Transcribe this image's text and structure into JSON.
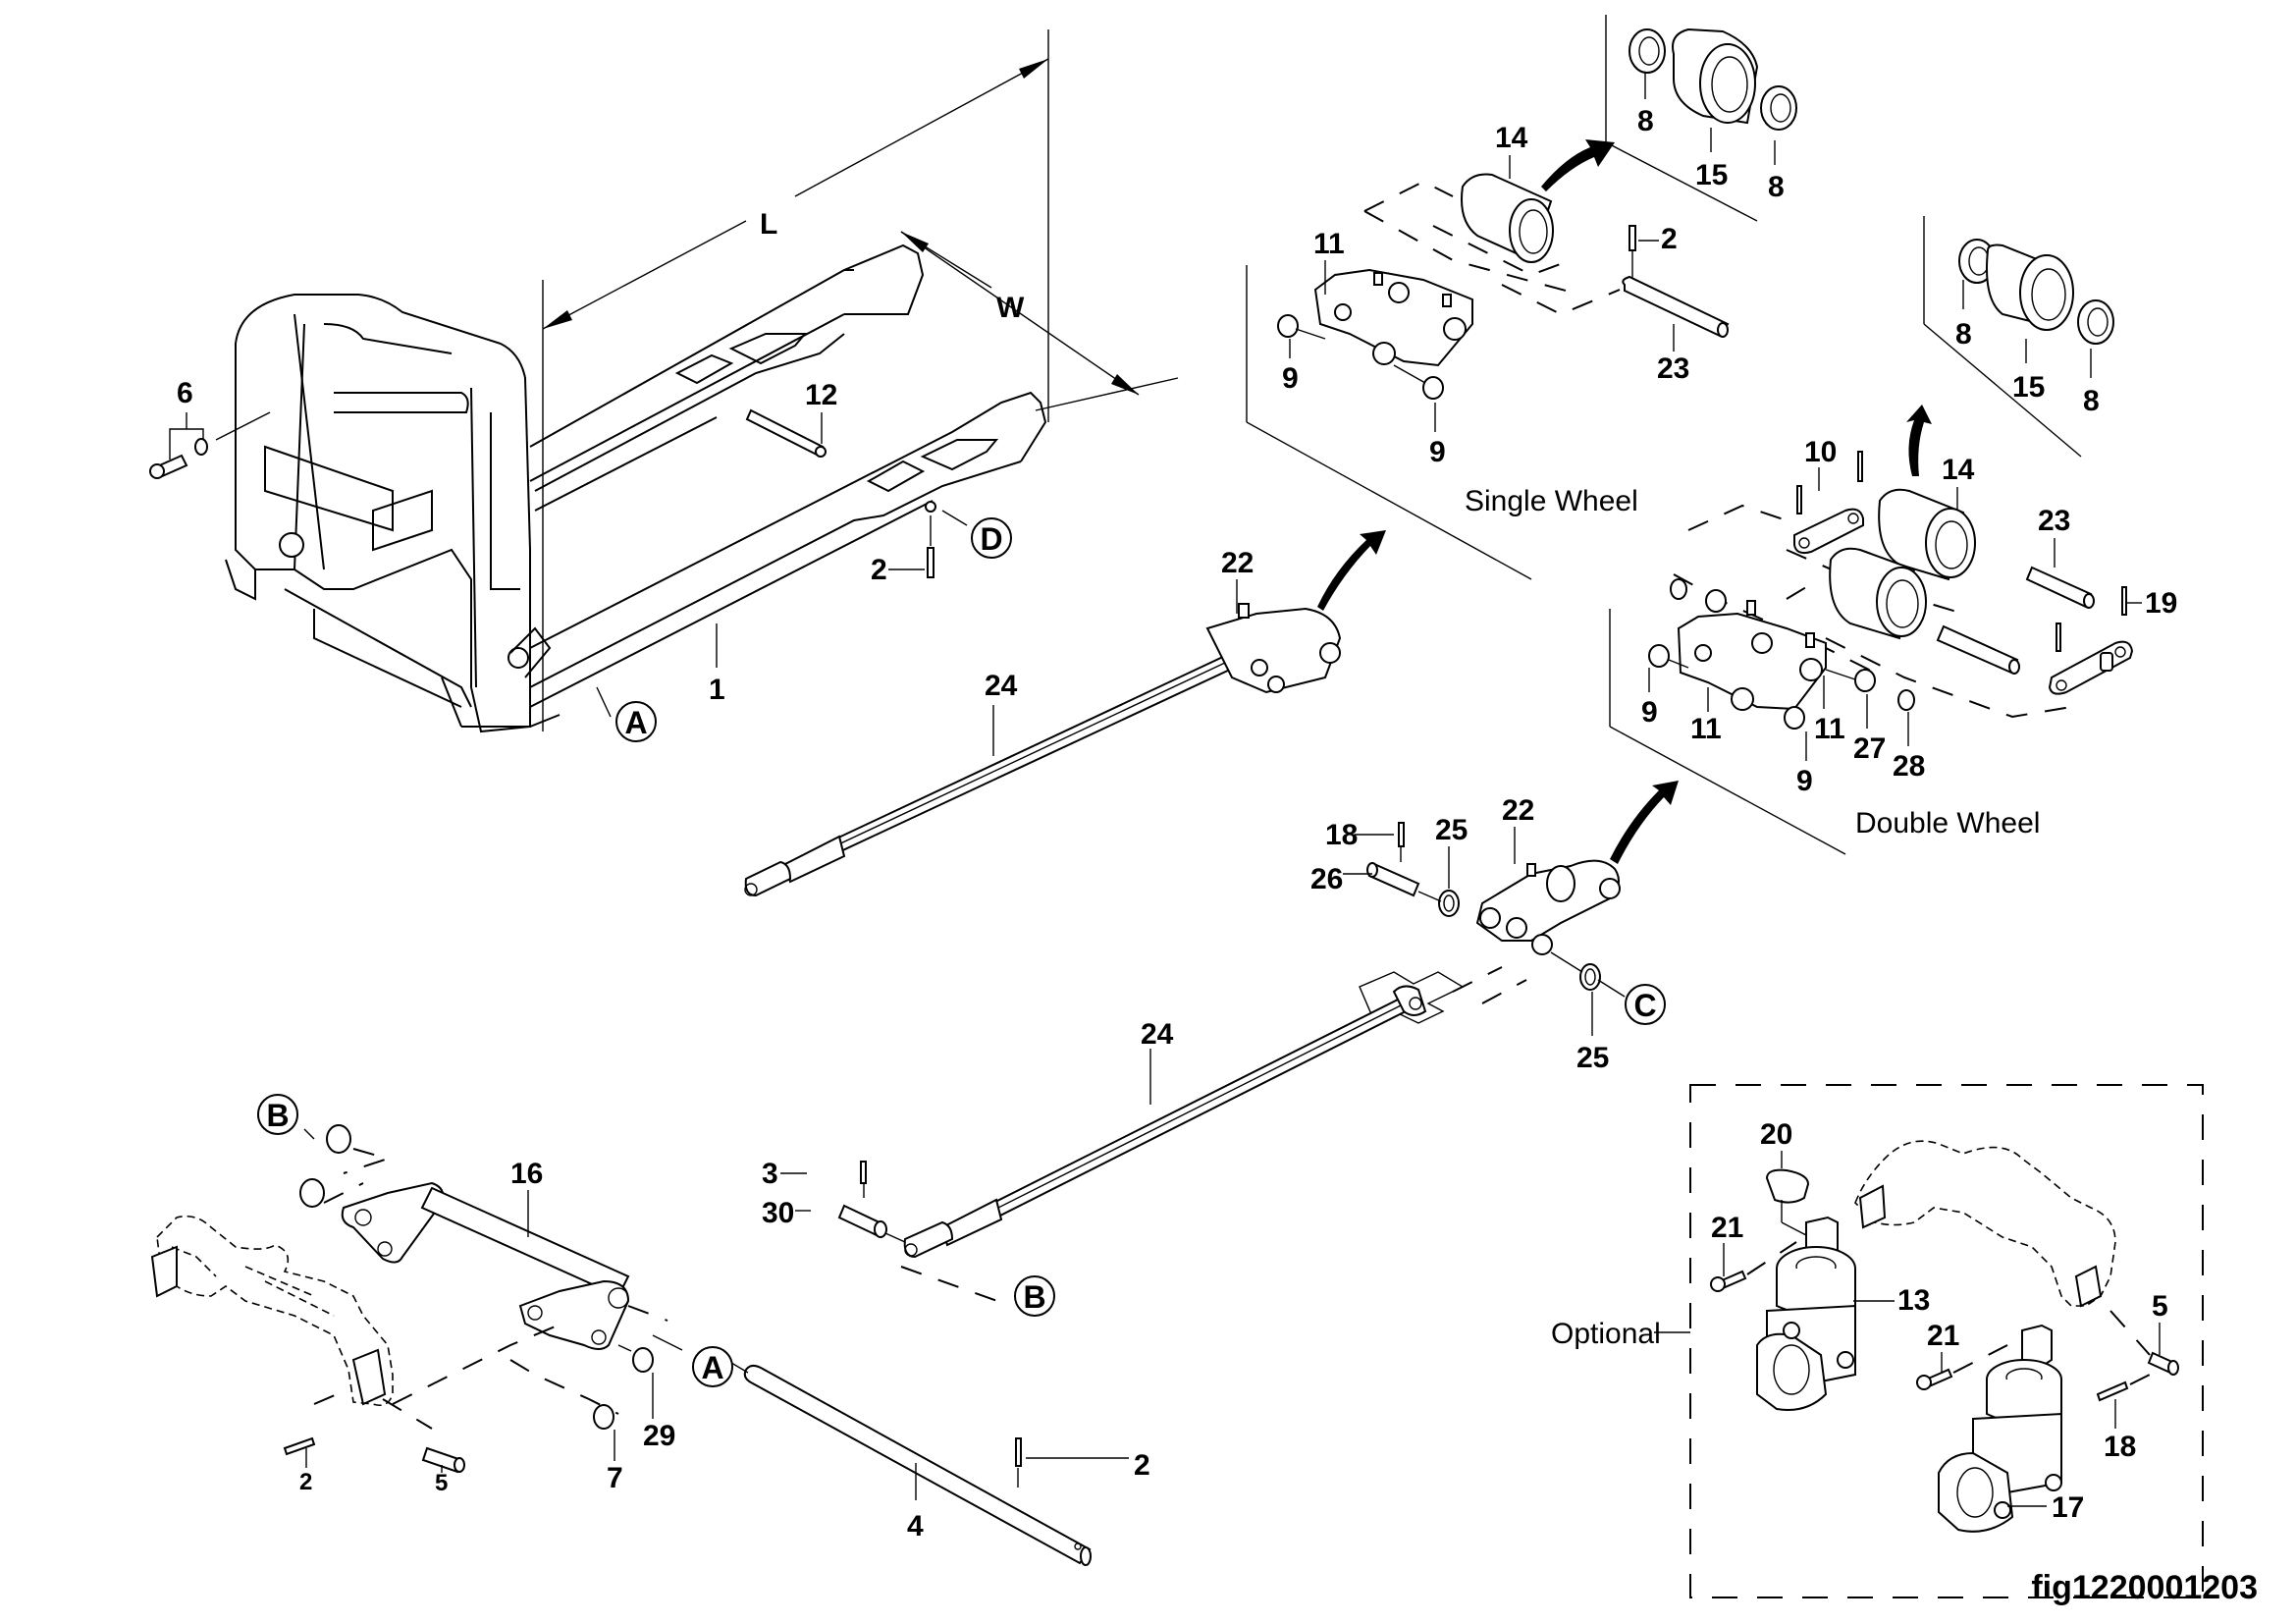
{
  "figure": {
    "id": "fig1220001203",
    "description": "Exploded parts diagram of a pallet truck fork frame, push rods, rocker and load-wheel assemblies"
  },
  "dimensions": {
    "length": "L",
    "width": "W"
  },
  "reference_markers": {
    "A": "A",
    "B": "B",
    "C": "C",
    "D": "D"
  },
  "captions": {
    "single_wheel": "Single Wheel",
    "double_wheel": "Double Wheel",
    "optional": "Optional"
  },
  "callouts": {
    "frame": "1",
    "pin_fork": "2",
    "pin_front_axle": "2",
    "pin_rocker": "2",
    "pin_single_wheel": "2",
    "pin_rod": "3",
    "axle": "4",
    "pin_rocker_5": "5",
    "pin_optional_5": "5",
    "screw_washer": "6",
    "bushing_7": "7",
    "bearing_s1": "8",
    "bearing_s2": "8",
    "bearing_d1": "8",
    "bearing_d2": "8",
    "bush_s1": "9",
    "bush_s2": "9",
    "bush_d1": "9",
    "bush_d2": "9",
    "plate_10": "10",
    "bracket_s": "11",
    "bracket_d1": "11",
    "bracket_d2": "11",
    "pin_12": "12",
    "caster_13": "13",
    "wheel_s": "14",
    "wheel_d": "14",
    "tyre_s": "15",
    "tyre_d": "15",
    "rocker_16": "16",
    "caster_17": "17",
    "pin_18a": "18",
    "pin_18b": "18",
    "pin_19": "19",
    "cap_20": "20",
    "screw_21a": "21",
    "screw_21b": "21",
    "roller_22a": "22",
    "roller_22b": "22",
    "axle_23s": "23",
    "axle_23d": "23",
    "rod_24a": "24",
    "rod_24b": "24",
    "washer_25a": "25",
    "washer_25b": "25",
    "pin_26": "26",
    "bush_27": "27",
    "ring_28": "28",
    "bush_29": "29",
    "pin_30": "30"
  }
}
